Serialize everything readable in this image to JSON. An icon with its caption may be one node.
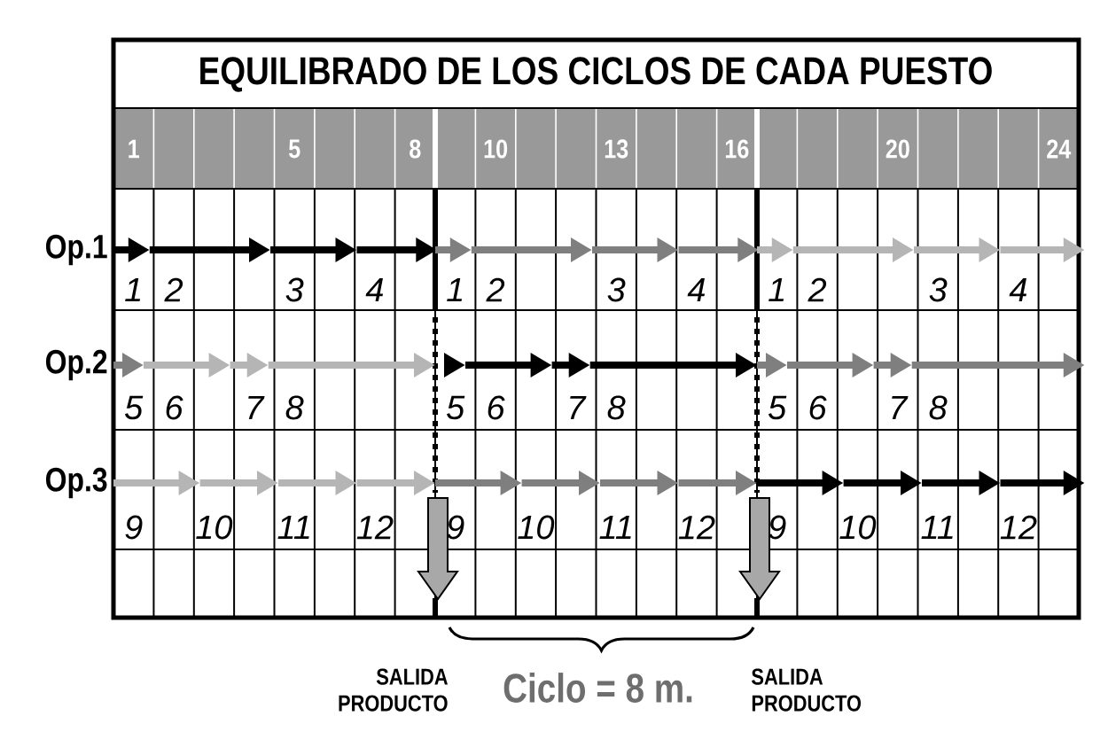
{
  "diagram": {
    "title": "EQUILIBRADO DE LOS CICLOS DE CADA PUESTO",
    "labels": [
      "1",
      "5",
      "8",
      "10",
      "13",
      "16",
      "20",
      "24",
      "Op.1",
      "1",
      "2",
      "3",
      "4",
      "1",
      "2",
      "3",
      "4",
      "1",
      "2",
      "3",
      "4",
      "Op.2",
      "5",
      "6",
      "7",
      "8",
      "5",
      "6",
      "7",
      "8",
      "5",
      "6",
      "7",
      "8",
      "Op.3",
      "9",
      "10",
      "11",
      "12",
      "9",
      "10",
      "11",
      "12",
      "9",
      "10",
      "11",
      "12",
      "SALIDA PRODUCTO",
      "Ciclo = 8 m.",
      "SALIDA PRODUCTO"
    ]
  }
}
